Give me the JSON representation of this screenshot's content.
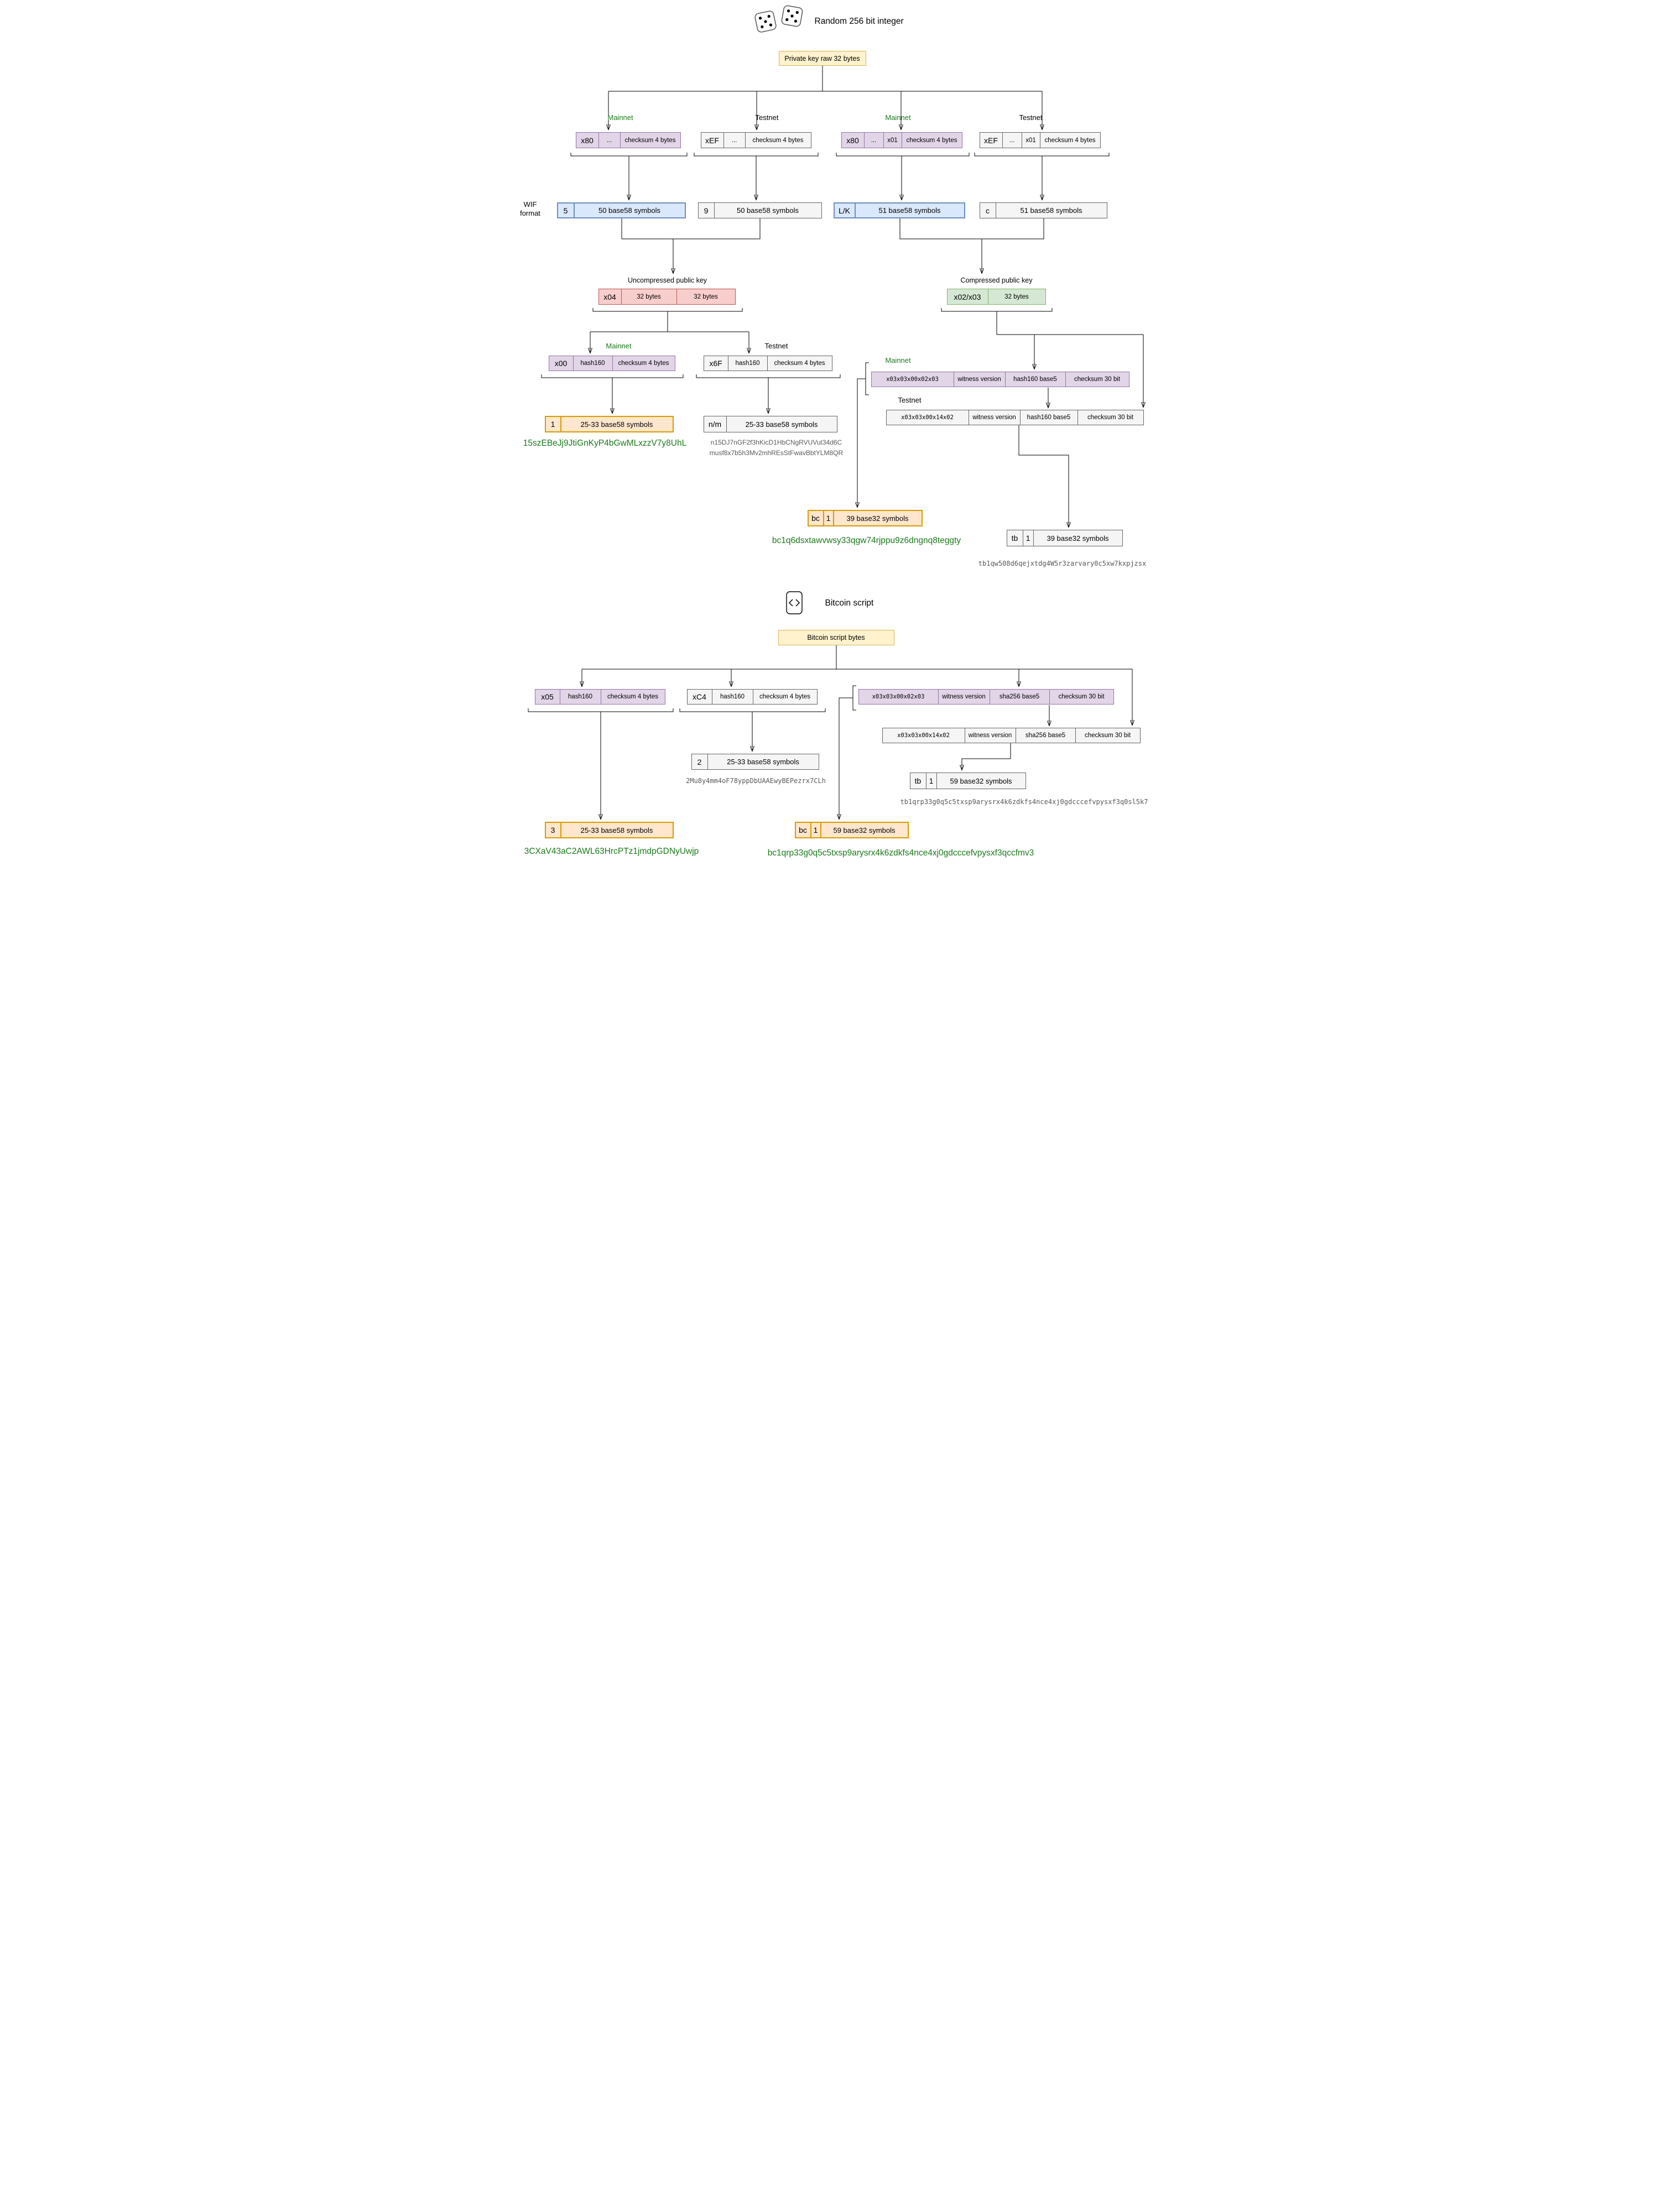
{
  "header": {
    "title": "Random 256 bit integer"
  },
  "script_section": {
    "title": "Bitcoin script",
    "source": "Bitcoin script bytes"
  },
  "source": {
    "private_key": "Private key raw 32 bytes"
  },
  "labels": {
    "mainnet": "Mainnet",
    "testnet": "Testnet",
    "wif_line1": "WIF",
    "wif_line2": "format",
    "uncompressed_pub": "Uncompressed public key",
    "compressed_pub": "Compressed public key"
  },
  "rows": {
    "priv_main_unc": [
      "x80",
      "...",
      "checksum 4 bytes"
    ],
    "priv_test_unc": [
      "xEF",
      "...",
      "checksum 4 bytes"
    ],
    "priv_main_comp": [
      "x80",
      "...",
      "x01",
      "checksum 4 bytes"
    ],
    "priv_test_comp": [
      "xEF",
      "...",
      "x01",
      "checksum 4 bytes"
    ],
    "wif_main_unc": [
      "5",
      "50 base58 symbols"
    ],
    "wif_test_unc": [
      "9",
      "50 base58 symbols"
    ],
    "wif_main_comp": [
      "L/K",
      "51 base58 symbols"
    ],
    "wif_test_comp": [
      "c",
      "51 base58 symbols"
    ],
    "pub_unc": [
      "x04",
      "32 bytes",
      "32 bytes"
    ],
    "pub_comp": [
      "x02/x03",
      "32 bytes"
    ],
    "p2pkh_main": [
      "x00",
      "hash160",
      "checksum 4 bytes"
    ],
    "p2pkh_test": [
      "x6F",
      "hash160",
      "checksum 4 bytes"
    ],
    "bech32_main": [
      "x03x03x00x02x03",
      "witness version",
      "hash160 base5",
      "checksum 30 bit"
    ],
    "bech32_test": [
      "x03x03x00x14x02",
      "witness version",
      "hash160 base5",
      "checksum 30 bit"
    ],
    "addr_p2pkh_main": [
      "1",
      "25-33 base58 symbols"
    ],
    "addr_p2pkh_test": [
      "n/m",
      "25-33 base58 symbols"
    ],
    "addr_bech32_main": [
      "bc",
      "1",
      "39 base32 symbols"
    ],
    "addr_bech32_test": [
      "tb",
      "1",
      "39 base32 symbols"
    ],
    "script_main": [
      "x05",
      "hash160",
      "checksum 4 bytes"
    ],
    "script_test": [
      "xC4",
      "hash160",
      "checksum 4 bytes"
    ],
    "script_bech32_main": [
      "x03x03x00x02x03",
      "witness version",
      "sha256 base5",
      "checksum 30 bit"
    ],
    "script_bech32_test": [
      "x03x03x00x14x02",
      "witness version",
      "sha256 base5",
      "checksum 30 bit"
    ],
    "addr_p2sh_test": [
      "2",
      "25-33 base58 symbols"
    ],
    "addr_p2sh_main": [
      "3",
      "25-33 base58 symbols"
    ],
    "addr_script_bech32_test": [
      "tb",
      "1",
      "59 base32 symbols"
    ],
    "addr_script_bech32_main": [
      "bc",
      "1",
      "59 base32 symbols"
    ]
  },
  "addresses": {
    "p2pkh_main": "15szEBeJj9JtiGnKyP4bGwMLxzzV7y8UhL",
    "p2pkh_test_line1": "n15DJ7nGF2f3hKicD1HbCNgRVUVut34d6C",
    "p2pkh_test_line2": "musf8x7b5h3Mv2mhREsStFwavBbtYLM8QR",
    "bech32_main": "bc1q6dsxtawvwsy33qgw74rjppu9z6dngnq8teggty",
    "bech32_test": "tb1qw508d6qejxtdg4W5r3zarvary0c5xw7kxpjzsx",
    "p2sh_test": "2Mu8y4mm4oF78yppDbUAAEwyBEPezrx7CLh",
    "p2sh_main": "3CXaV43aC2AWL63HrcPTz1jmdpGDNyUwjp",
    "script_bech32_test": "tb1qrp33g0q5c5txsp9arysrx4k6zdkfs4nce4xj0gdcccefvpysxf3q0sl5k7",
    "script_bech32_main": "bc1qrp33g0q5c5txsp9arysrx4k6zdkfs4nce4xj0gdcccefvpysxf3qccfmv3"
  },
  "colors": {
    "yellow_fill": "#FFF2CC",
    "yellow_border": "#D6B656",
    "purple_fill": "#E1D5E7",
    "purple_border": "#9673A6",
    "gray_fill": "#F5F5F5",
    "gray_border": "#666666",
    "blue_fill": "#DAE8FC",
    "blue_border": "#6C8EBF",
    "red_fill": "#F8CECC",
    "red_border": "#B85450",
    "green_fill": "#D5E8D4",
    "green_border": "#82B366",
    "orange_fill": "#FFE6CC",
    "orange_border": "#D79B00",
    "green_text": "#1A7A1A",
    "gray_text": "#595959"
  }
}
